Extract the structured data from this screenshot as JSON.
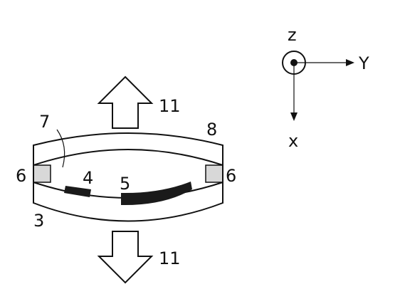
{
  "labels": {
    "ref_7": "7",
    "ref_8": "8",
    "ref_6_left": "6",
    "ref_6_right": "6",
    "ref_4": "4",
    "ref_5": "5",
    "ref_3": "3",
    "ref_11_top": "11",
    "ref_11_bottom": "11"
  },
  "axes": {
    "z": "z",
    "y": "Y",
    "x": "x"
  },
  "colors": {
    "line": "#111111",
    "spacer_fill": "#d8d8d8",
    "element_fill": "#1a1a1a",
    "background": "#ffffff"
  }
}
